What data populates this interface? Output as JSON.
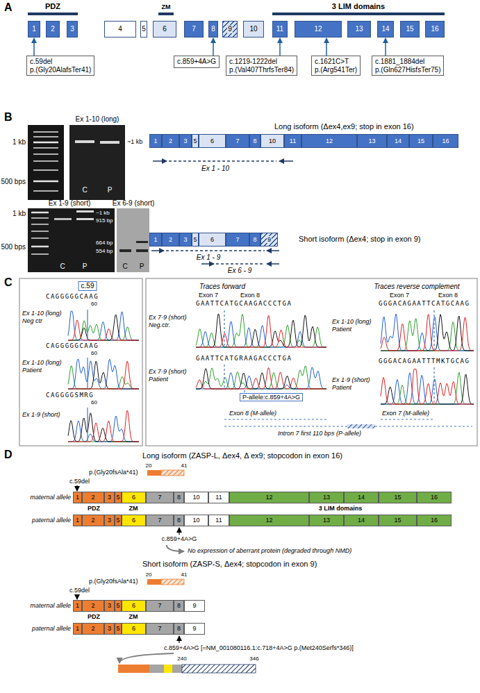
{
  "diagram": {
    "nodes": [
      {
        "text": [
          "1"
        ]
      },
      {
        "text": [
          "2"
        ]
      },
      {
        "text": [
          "3"
        ]
      },
      {
        "text": [
          "4"
        ]
      },
      {
        "text": [
          "5"
        ]
      },
      {
        "text": [
          "6"
        ]
      },
      {
        "text": [
          "7"
        ]
      },
      {
        "text": [
          "8"
        ]
      },
      {
        "text": [
          "9"
        ]
      },
      {
        "text": [
          "10"
        ]
      },
      {
        "text": [
          "11"
        ]
      },
      {
        "text": [
          "12"
        ]
      },
      {
        "text": [
          "13"
        ]
      },
      {
        "text": [
          "14"
        ]
      },
      {
        "text": [
          "15"
        ]
      },
      {
        "text": [
          "16"
        ]
      },
      {
        "text": [
          "c.59del",
          "p.(Gly20AlafsTer41)"
        ]
      },
      {
        "text": [
          "c.859+4A>G"
        ]
      },
      {
        "text": [
          "c.1219-1222del",
          "p.(Val407ThrfsTer84)"
        ]
      },
      {
        "text": [
          "c.1621C>T",
          "p.(Arg541Ter)"
        ]
      },
      {
        "text": [
          "c.1881_1884del",
          "p.(Gln627HisfsTer75)"
        ]
      },
      {
        "text": [
          "1"
        ]
      },
      {
        "text": [
          "2"
        ]
      },
      {
        "text": [
          "3"
        ]
      },
      {
        "text": [
          "5"
        ]
      },
      {
        "text": [
          "6"
        ]
      },
      {
        "text": [
          "7"
        ]
      },
      {
        "text": [
          "8"
        ]
      },
      {
        "text": [
          "10"
        ]
      },
      {
        "text": [
          "11"
        ]
      },
      {
        "text": [
          "12"
        ]
      },
      {
        "text": [
          "13"
        ]
      },
      {
        "text": [
          "14"
        ]
      },
      {
        "text": [
          "15"
        ]
      },
      {
        "text": [
          "16"
        ]
      },
      {
        "text": [
          "1"
        ]
      },
      {
        "text": [
          "2"
        ]
      },
      {
        "text": [
          "3"
        ]
      },
      {
        "text": [
          "5"
        ]
      },
      {
        "text": [
          "6"
        ]
      },
      {
        "text": [
          "7"
        ]
      },
      {
        "text": [
          "8"
        ]
      },
      {
        "text": [
          "9"
        ]
      },
      {
        "text": [
          "1"
        ]
      },
      {
        "text": [
          "2"
        ]
      },
      {
        "text": [
          "3"
        ]
      },
      {
        "text": [
          "5"
        ]
      },
      {
        "text": [
          "6"
        ]
      },
      {
        "text": [
          "7"
        ]
      },
      {
        "text": [
          "8"
        ]
      },
      {
        "text": [
          "10"
        ]
      },
      {
        "text": [
          "11"
        ]
      },
      {
        "text": [
          "12"
        ]
      },
      {
        "text": [
          "13"
        ]
      },
      {
        "text": [
          "14"
        ]
      },
      {
        "text": [
          "15"
        ]
      },
      {
        "text": [
          "16"
        ]
      },
      {
        "text": [
          "1"
        ]
      },
      {
        "text": [
          "2"
        ]
      },
      {
        "text": [
          "3"
        ]
      },
      {
        "text": [
          "5"
        ]
      },
      {
        "text": [
          "6"
        ]
      },
      {
        "text": [
          "7"
        ]
      },
      {
        "text": [
          "8"
        ]
      },
      {
        "text": [
          "10"
        ]
      },
      {
        "text": [
          "11"
        ]
      },
      {
        "text": [
          "12"
        ]
      },
      {
        "text": [
          "13"
        ]
      },
      {
        "text": [
          "14"
        ]
      },
      {
        "text": [
          "15"
        ]
      },
      {
        "text": [
          "16"
        ]
      },
      {
        "text": [
          "1"
        ]
      },
      {
        "text": [
          "2"
        ]
      },
      {
        "text": [
          "3"
        ]
      },
      {
        "text": [
          "5"
        ]
      },
      {
        "text": [
          "6"
        ]
      },
      {
        "text": [
          "7"
        ]
      },
      {
        "text": [
          "8"
        ]
      },
      {
        "text": [
          "9"
        ]
      },
      {
        "text": [
          "1"
        ]
      },
      {
        "text": [
          "2"
        ]
      },
      {
        "text": [
          "3"
        ]
      },
      {
        "text": [
          "5"
        ]
      },
      {
        "text": [
          "6"
        ]
      },
      {
        "text": [
          "7"
        ]
      },
      {
        "text": [
          "8"
        ]
      },
      {
        "text": [
          "9"
        ]
      }
    ],
    "edges": [
      {
        "from": 16,
        "to": 0,
        "arrow": "to"
      },
      {
        "from": 17,
        "to": 7,
        "arrow": "to"
      },
      {
        "from": 18,
        "to": 10,
        "arrow": "to"
      },
      {
        "from": 19,
        "to": 11,
        "arrow": "to"
      },
      {
        "from": 20,
        "to": 13,
        "arrow": "to"
      }
    ],
    "labels": [
      "A",
      "PDZ",
      "ZM",
      "3 LIM domains",
      "B",
      "1 kb",
      "500 bps",
      "Ex 1-10 (long)",
      "~1 kb",
      "C",
      "P",
      "Long isoform (Δex4,ex9; stop in exon 16)",
      "Ex 1 - 10",
      "1 kb",
      "500 bps",
      "Ex 1-9 (short)",
      "Ex 6-9 (short)",
      "~1 kb",
      "915 bp",
      "664 bp",
      "554 bp",
      "C",
      "P",
      "C",
      "P",
      "Short isoform (Δex4; stop in exon 9)",
      "Ex 1 - 9",
      "Ex 6 - 9",
      "C",
      "c.59",
      "Ex 1-10 (long)",
      "Neg ctr",
      "CAGGGGGCAAG",
      "60",
      "Ex 1-10 (long)",
      "Patient",
      "CAGGGGGCAAG",
      "60",
      "Ex 1-9 (short)",
      "CAGGGGSMRG",
      "60",
      "Traces forward",
      "Traces reverse complement",
      "Exon 7",
      "Exon 8",
      "Ex 7-9 (short)",
      "Neg.ctr.",
      "GAATTCATGCAAGACCCTGA",
      "Ex 7-9 (short)",
      "Patient",
      "GAATTCATGRAAGACCCTGA",
      "P-allele:c.859+4A>G",
      "Exon 8 (M-allele)",
      "Exon 7",
      "Exon 8",
      "GGGACAGAATTCATGCAAG",
      "Ex 1-10 (long)",
      "Patient",
      "GGGACAGAATTTMKTGCAG",
      "Ex 1-9 (short)",
      "Patient",
      "Exon 7 (M-allele)",
      "Intron 7 first 110 bps (P-allele)",
      "D",
      "Long isoform (ZASP-L, Δex4, Δ ex9; stopcodon in exon 16)",
      "c.59del",
      "p.(Gly20fsAla*41)",
      "20",
      "41",
      "maternal allele",
      "paternal allele",
      "PDZ",
      "ZM",
      "3 LIM domains",
      "c.859+4A>G",
      "No expression of aberrant protein (degraded through NMD)",
      "Short isoform (ZASP-S, Δex4; stopcodon in exon 9)",
      "c.59del",
      "p.(Gly20fsAla*41)",
      "20",
      "41",
      "maternal allele",
      "PDZ",
      "ZM",
      "paternal allele",
      "c.859+4A>G [=NM_001080116.1:c.718+4A>G p.(Met240Serfs*346)]",
      "240",
      "346"
    ]
  }
}
